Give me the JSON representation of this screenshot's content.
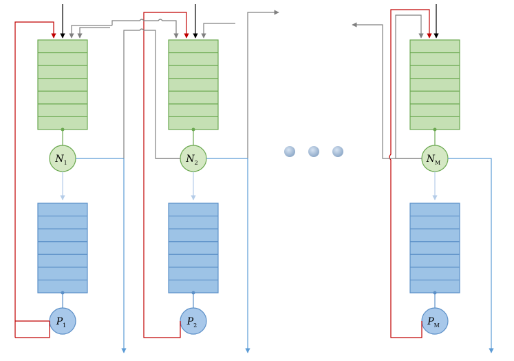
{
  "diagram": {
    "columns": [
      {
        "id": "col1",
        "n_label": "N",
        "n_sub": "1",
        "p_label": "P",
        "p_sub": "1"
      },
      {
        "id": "col2",
        "n_label": "N",
        "n_sub": "2",
        "p_label": "P",
        "p_sub": "2"
      },
      {
        "id": "colM",
        "n_label": "N",
        "n_sub": "M",
        "p_label": "P",
        "p_sub": "M"
      }
    ],
    "queue_slots": 7,
    "ellipsis_dots": 3,
    "colors": {
      "green_fill": "#c5e0b4",
      "green_stroke": "#6aa84f",
      "green_node_fill": "#d5e8c4",
      "blue_fill": "#9dc3e6",
      "blue_stroke": "#5b8fc7",
      "blue_node_fill": "#a8c8ea",
      "red_line": "#c00000",
      "black_line": "#000000",
      "grey_line": "#808080",
      "blue_line": "#5b9bd5",
      "light_blue_arrow": "#b4cce8",
      "dot_fill": "#a9bfd8"
    }
  }
}
